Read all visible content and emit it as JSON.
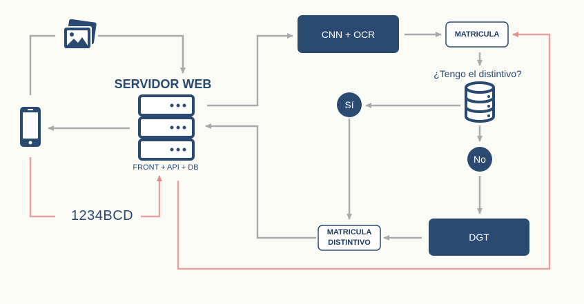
{
  "server": {
    "title": "SERVIDOR WEB",
    "subtitle": "FRONT + API + DB"
  },
  "plate_code": "1234BCD",
  "nodes": {
    "cnn_ocr": "CNN + OCR",
    "matricula": "MATRICULA",
    "question": "¿Tengo el distintivo?",
    "yes": "Sí",
    "no": "No",
    "dgt": "DGT",
    "matricula_distintivo_line1": "MATRICULA",
    "matricula_distintivo_line2": "DISTINTIVO"
  },
  "icons": {
    "photo": "image-stack-icon",
    "phone": "smartphone-icon",
    "server": "server-stack-icon",
    "database": "database-icon"
  },
  "colors": {
    "primary": "#2a4a72",
    "gray_arrow": "#aaaaaa",
    "pink_arrow": "#e5a3a3",
    "background": "#fbfbf6"
  }
}
